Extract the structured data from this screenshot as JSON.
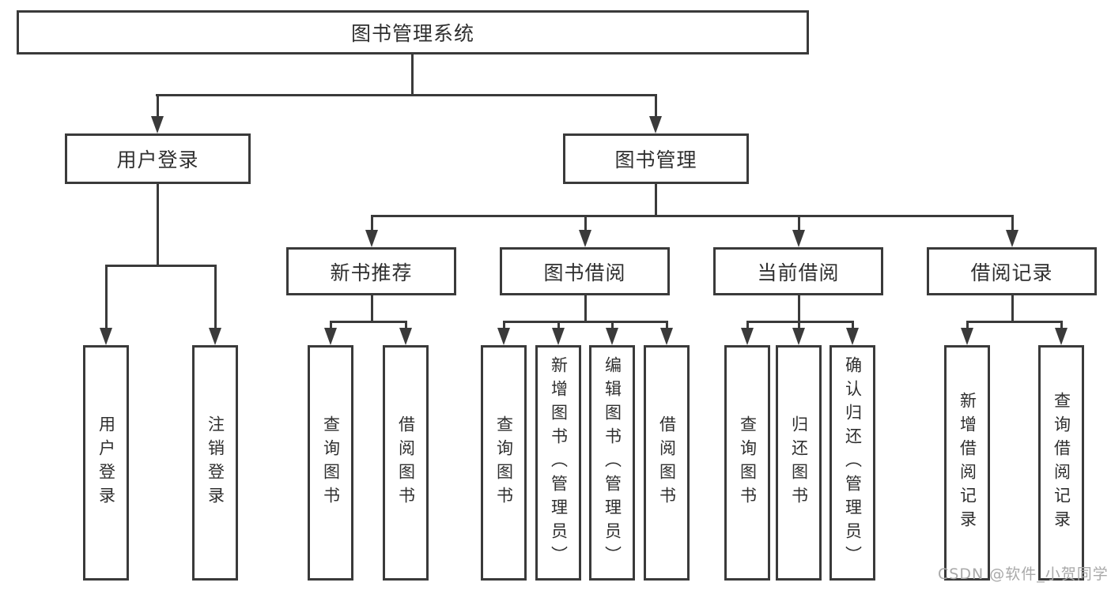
{
  "diagram": {
    "root": "图书管理系统",
    "branches": [
      {
        "label": "用户登录",
        "children": [
          "用户登录",
          "注销登录"
        ]
      },
      {
        "label": "图书管理",
        "children": [
          {
            "label": "新书推荐",
            "children": [
              "查询图书",
              "借阅图书"
            ]
          },
          {
            "label": "图书借阅",
            "children": [
              "查询图书",
              "新增图书（管理员）",
              "编辑图书（管理员）",
              "借阅图书"
            ]
          },
          {
            "label": "当前借阅",
            "children": [
              "查询图书",
              "归还图书",
              "确认归还（管理员）"
            ]
          },
          {
            "label": "借阅记录",
            "children": [
              "新增借阅记录",
              "查询借阅记录"
            ]
          }
        ]
      }
    ]
  },
  "watermark": "CSDN @软件_小贺同学",
  "colors": {
    "line": "#3a3a3a",
    "text": "#2f2f2f",
    "watermark": "#a9a9a9",
    "background": "#ffffff"
  }
}
